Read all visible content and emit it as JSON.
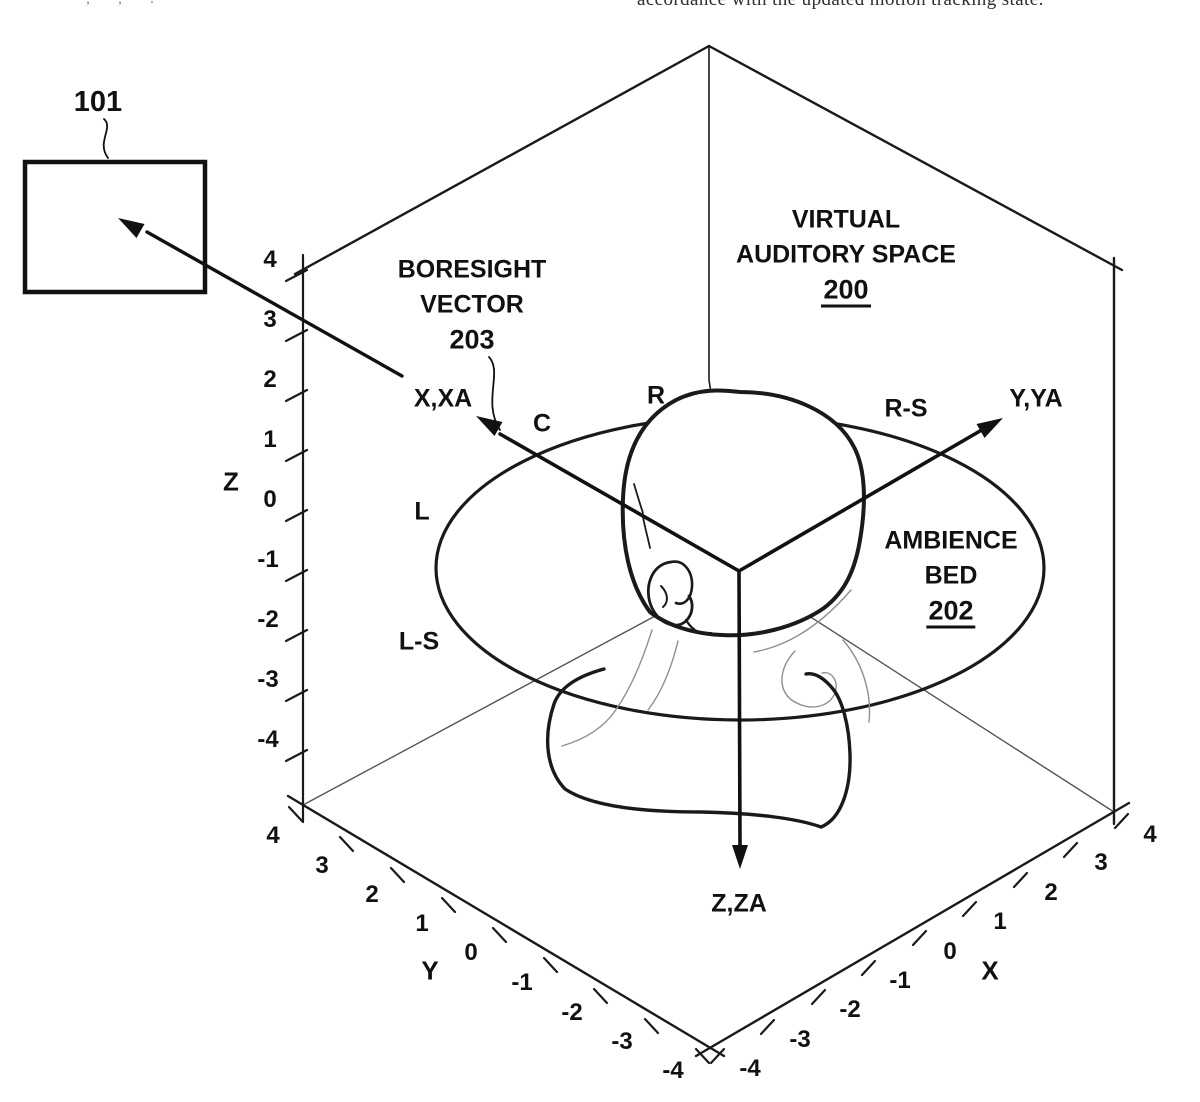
{
  "page": {
    "top_right_fragment": "accordance with the updated motion tracking state.",
    "top_left_fragment": ", ,  ."
  },
  "figure": {
    "device_ref": "101",
    "boresight": {
      "line1": "BORESIGHT",
      "line2": "VECTOR",
      "ref": "203"
    },
    "space": {
      "line1": "VIRTUAL",
      "line2": "AUDITORY SPACE",
      "ref": "200"
    },
    "ambience": {
      "line1": "AMBIENCE",
      "line2": "BED",
      "ref": "202"
    },
    "speakers": {
      "c": "C",
      "l": "L",
      "r": "R",
      "ls": "L-S",
      "rs": "R-S"
    },
    "axes": {
      "x_arrow": "X,XA",
      "y_arrow": "Y,YA",
      "z_arrow": "Z,ZA",
      "x_letter": "X",
      "y_letter": "Y",
      "z_letter": "Z",
      "z_ticks": [
        "4",
        "3",
        "2",
        "1",
        "0",
        "-1",
        "-2",
        "-3",
        "-4"
      ],
      "y_ticks": [
        "4",
        "3",
        "2",
        "1",
        "0",
        "-1",
        "-2",
        "-3",
        "-4"
      ],
      "x_ticks": [
        "-4",
        "-3",
        "-2",
        "-1",
        "0",
        "1",
        "2",
        "3",
        "4"
      ]
    }
  },
  "style_colors": {
    "ink": "#111111",
    "anatomy_line": "#8f8f8f",
    "background": "#ffffff"
  }
}
